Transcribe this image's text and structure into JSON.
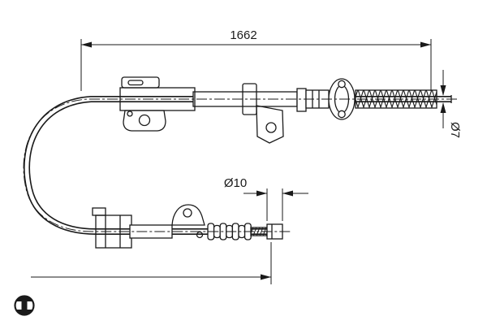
{
  "colors": {
    "line": "#1a1a1a",
    "background": "#ffffff"
  },
  "drawing": {
    "dimensions": {
      "overall_length_label": "1662",
      "cable_end_diameter_label": "Ø7",
      "fitting_diameter_label": "Ø10"
    },
    "logo": "bosch-logo"
  }
}
